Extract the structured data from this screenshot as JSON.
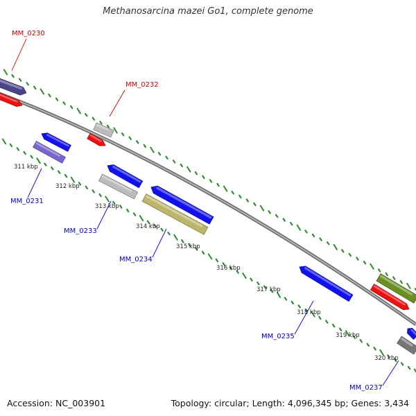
{
  "title": "Methanosarcina mazei Go1, complete genome",
  "footer": {
    "accession": "Accession: NC_003901",
    "topology": "Topology: circular; Length: 4,096,345 bp; Genes: 3,434"
  },
  "colors": {
    "backbone": "#8a8a8a",
    "scale_dots": "#2e8b2e",
    "forward_label": "#cc0000",
    "reverse_label": "#0000cc"
  },
  "scale_ticks": [
    "311 kbp",
    "312 kbp",
    "313 kbp",
    "314 kbp",
    "315 kbp",
    "316 kbp",
    "317 kbp",
    "318 kbp",
    "319 kbp",
    "320 kbp"
  ],
  "gene_labels": [
    {
      "text": "MM_0230",
      "strand": "forward"
    },
    {
      "text": "MM_0231",
      "strand": "reverse"
    },
    {
      "text": "MM_0232",
      "strand": "forward"
    },
    {
      "text": "MM_0233",
      "strand": "reverse"
    },
    {
      "text": "MM_0234",
      "strand": "reverse"
    },
    {
      "text": "MM_0235",
      "strand": "reverse"
    },
    {
      "text": "MM_0237",
      "strand": "reverse"
    }
  ],
  "features": [
    {
      "name": "gene-0230-purple",
      "color": "#4b4488"
    },
    {
      "name": "gene-0230-red",
      "color": "#ee1111"
    },
    {
      "name": "gene-0232-grey",
      "color": "#bbbbbb"
    },
    {
      "name": "gene-0232-red",
      "color": "#ee1111"
    },
    {
      "name": "gene-0231-blue",
      "color": "#1111ee"
    },
    {
      "name": "gene-0231-lavender",
      "color": "#7766cc"
    },
    {
      "name": "gene-0233-blue",
      "color": "#1111ee"
    },
    {
      "name": "gene-0233-grey",
      "color": "#bbbbbb"
    },
    {
      "name": "gene-0234-blue",
      "color": "#1111ee"
    },
    {
      "name": "gene-0234-khaki",
      "color": "#bdb66a"
    },
    {
      "name": "gene-0235-blue",
      "color": "#1111ee"
    },
    {
      "name": "gene-right-olive",
      "color": "#6b8e23"
    },
    {
      "name": "gene-right-red",
      "color": "#ee1111"
    },
    {
      "name": "gene-0237-grey",
      "color": "#777777"
    },
    {
      "name": "gene-0237-blue",
      "color": "#1111ee"
    }
  ]
}
